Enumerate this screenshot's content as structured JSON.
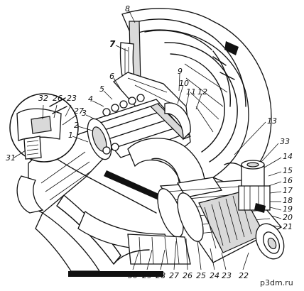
{
  "callouts": {
    "top": [
      "8",
      "7",
      "9",
      "10",
      "11",
      "12",
      "6",
      "5",
      "4",
      "3",
      "2",
      "1"
    ],
    "right": [
      "13",
      "33",
      "14",
      "15",
      "16",
      "17",
      "18",
      "19",
      "20",
      "21"
    ],
    "bottom": [
      "30",
      "29",
      "28",
      "27",
      "26",
      "25",
      "24",
      "23",
      "22"
    ],
    "inset": [
      "32",
      "26",
      "23",
      "27",
      "31"
    ]
  },
  "watermark": "p3dm.ru"
}
